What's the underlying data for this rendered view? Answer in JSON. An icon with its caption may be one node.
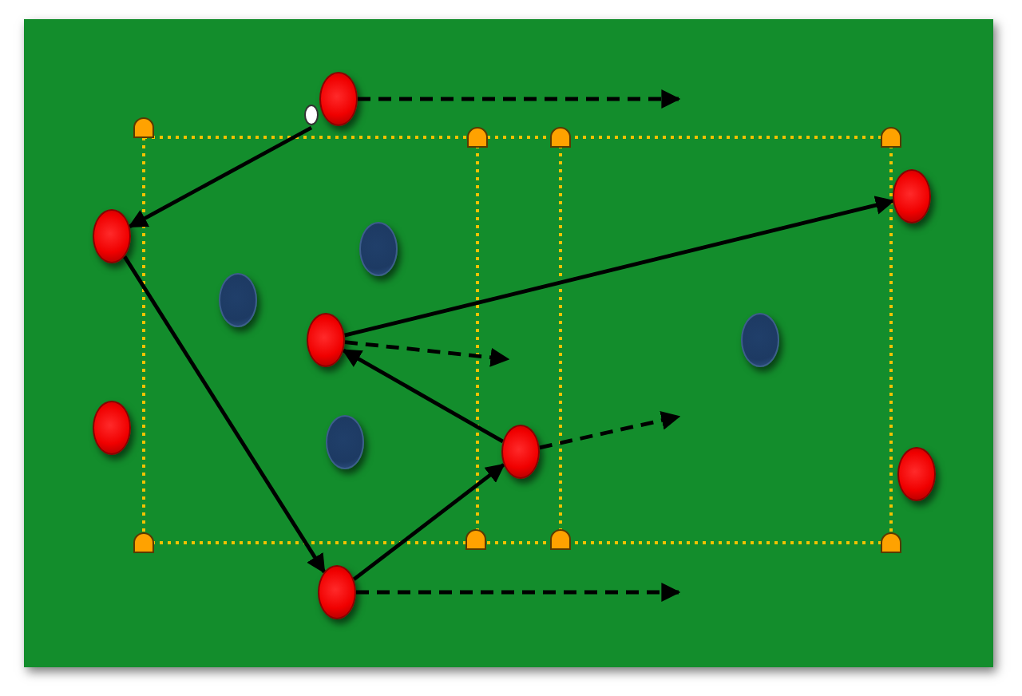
{
  "diagram": {
    "nodes": [
      {
        "text": [],
        "shape": "circle"
      },
      {
        "text": [],
        "shape": "circle"
      },
      {
        "text": [],
        "shape": "circle"
      },
      {
        "text": [],
        "shape": "circle"
      },
      {
        "text": [],
        "shape": "circle"
      },
      {
        "text": [],
        "shape": "circle"
      },
      {
        "text": [],
        "shape": "circle"
      },
      {
        "text": [],
        "shape": "circle"
      },
      {
        "text": [],
        "shape": "circle"
      },
      {
        "text": [],
        "shape": "circle"
      },
      {
        "text": [],
        "shape": "circle"
      },
      {
        "text": [],
        "shape": "circle"
      }
    ],
    "edges": [
      {
        "from": 0,
        "to": 1,
        "arrow": "to"
      },
      {
        "from": 0,
        "to": null,
        "arrow": "to",
        "style": "dashed"
      },
      {
        "from": 1,
        "to": 11,
        "arrow": "to"
      },
      {
        "from": 11,
        "to": 9,
        "arrow": "to"
      },
      {
        "from": 9,
        "to": 5,
        "arrow": "to"
      },
      {
        "from": 5,
        "to": 4,
        "arrow": "to"
      },
      {
        "from": 5,
        "to": null,
        "arrow": "to",
        "style": "dashed"
      },
      {
        "from": 9,
        "to": null,
        "arrow": "to",
        "style": "dashed"
      },
      {
        "from": 11,
        "to": null,
        "arrow": "to",
        "style": "dashed"
      }
    ]
  }
}
